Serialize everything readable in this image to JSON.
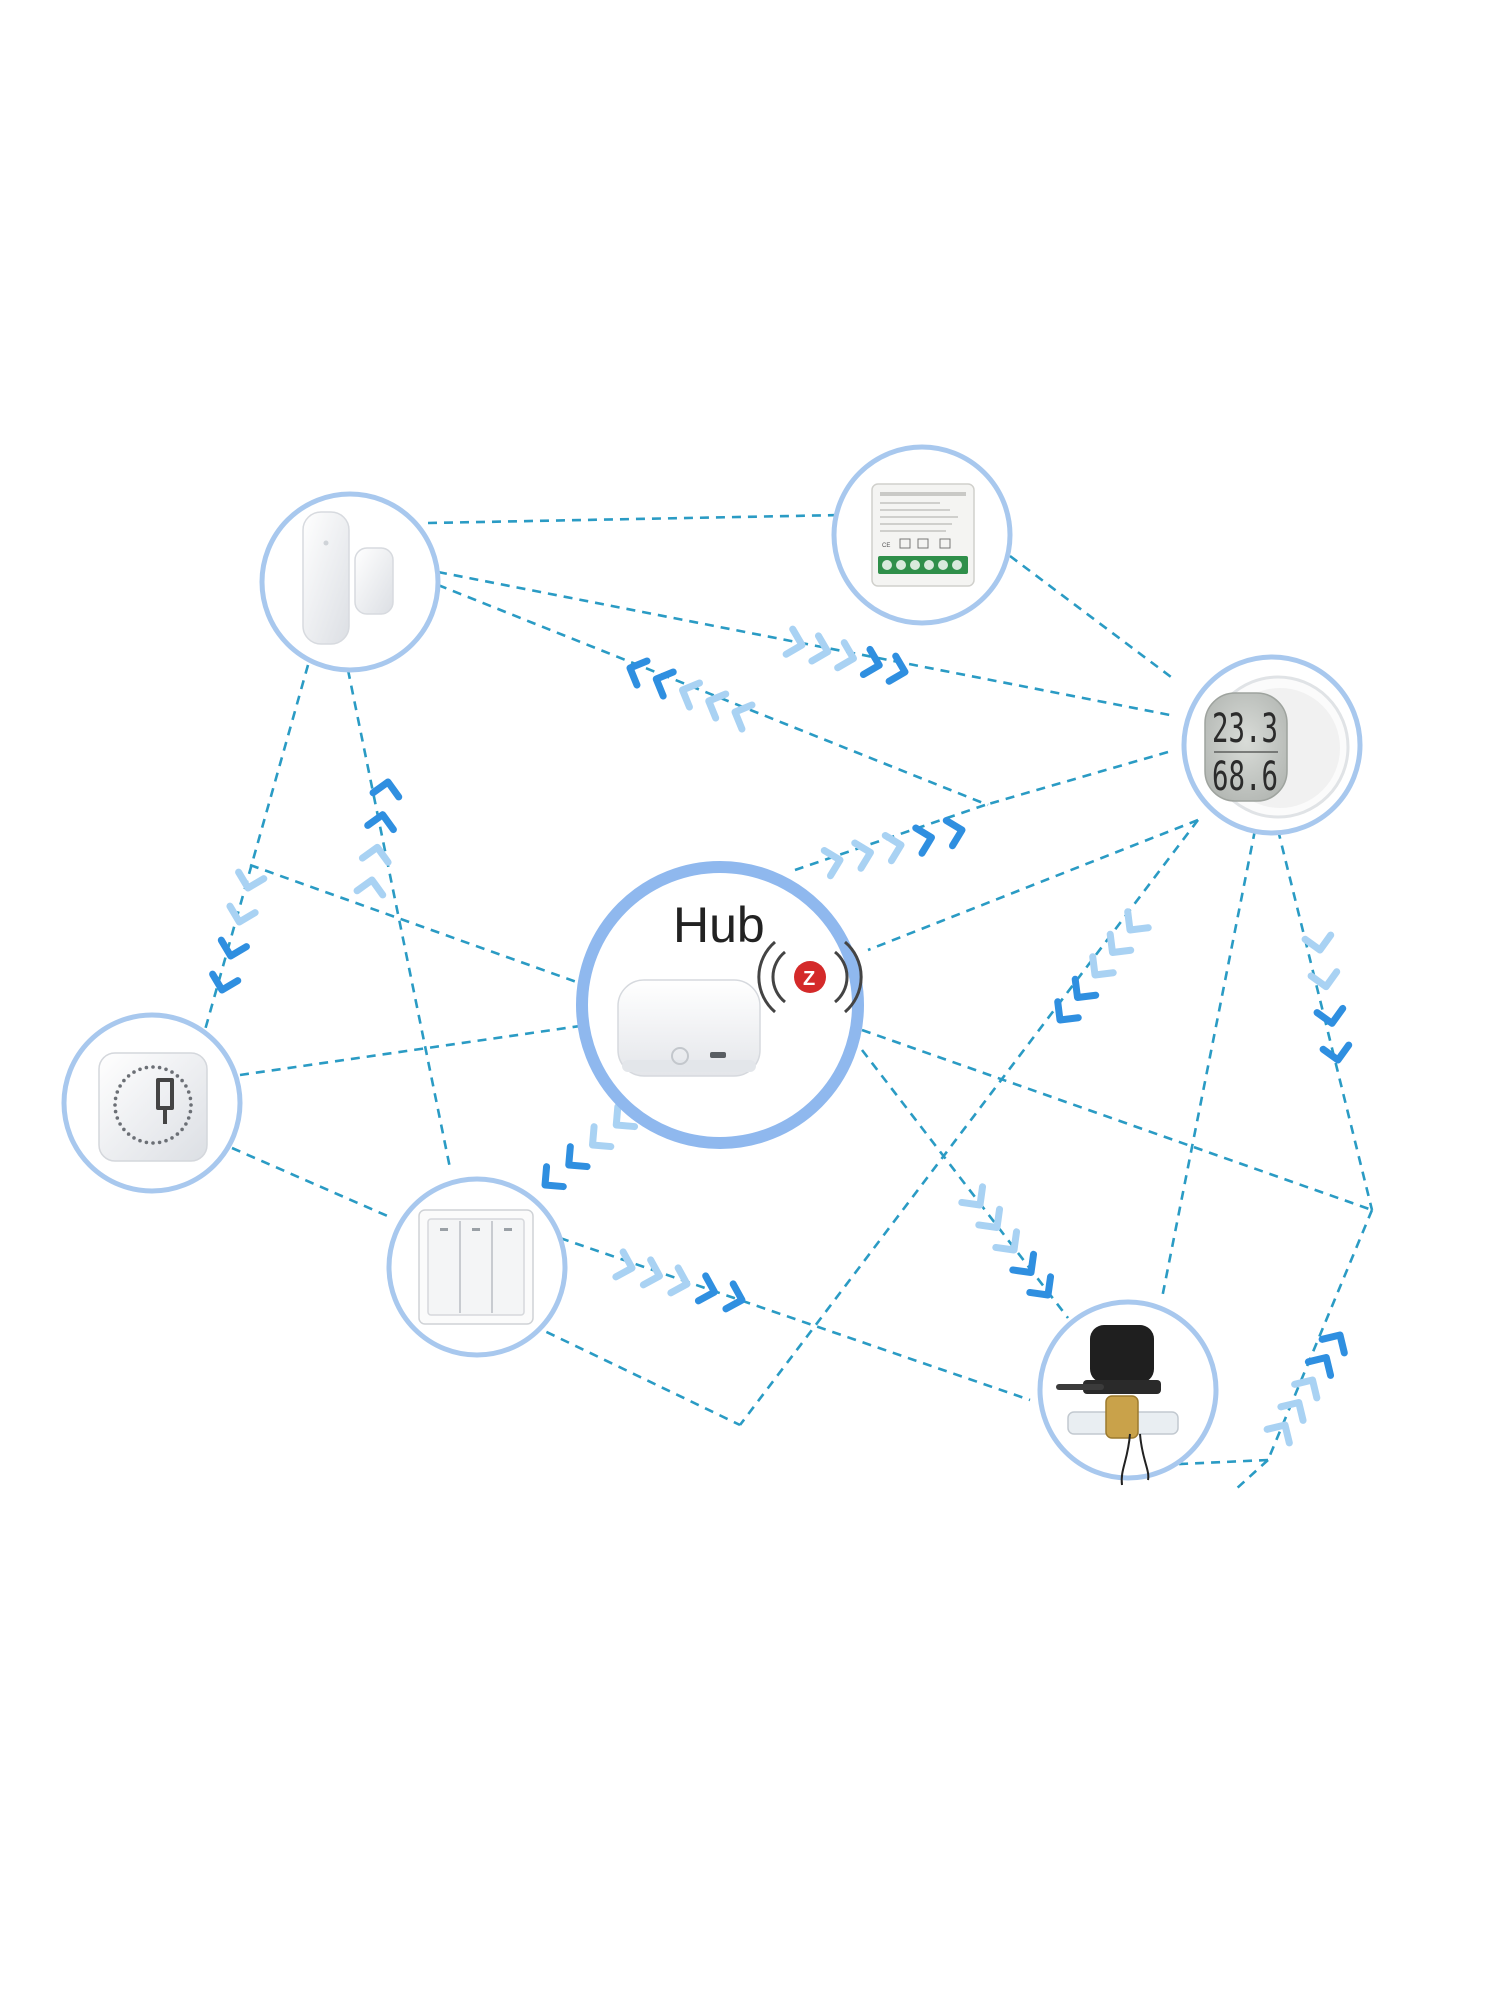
{
  "hub": {
    "label": "Hub",
    "protocol_badge": "Z",
    "badge_color": "#d42a2a"
  },
  "devices": [
    {
      "id": "door-sensor",
      "icon": "door-window-sensor-icon"
    },
    {
      "id": "mini-switch-module",
      "icon": "mini-switch-module-icon"
    },
    {
      "id": "temp-humidity-sensor",
      "icon": "thermo-hygrometer-icon",
      "temperature": "23.3",
      "humidity": "68.6"
    },
    {
      "id": "mini-relay",
      "icon": "mini-relay-icon"
    },
    {
      "id": "wall-switch",
      "icon": "three-gang-wall-switch-icon"
    },
    {
      "id": "valve-controller",
      "icon": "water-valve-controller-icon"
    }
  ],
  "colors": {
    "link": "#2a9bc4",
    "ring": "#a8c8ee",
    "arrow_dark": "#2f8fe0",
    "arrow_light": "#a9d2f3"
  }
}
